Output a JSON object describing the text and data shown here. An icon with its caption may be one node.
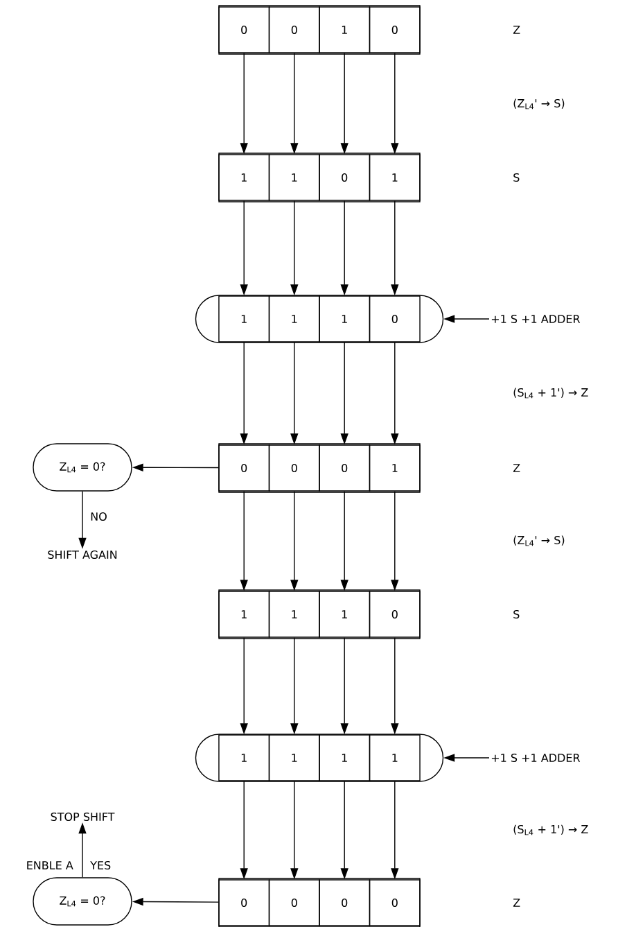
{
  "diagram": {
    "nodes": [
      {
        "text": [],
        "shape": "box"
      },
      {
        "text": [
          "0"
        ],
        "in": 0
      },
      {
        "text": [
          "0"
        ],
        "in": 0
      },
      {
        "text": [
          "1"
        ],
        "in": 0
      },
      {
        "text": [
          "0"
        ],
        "in": 0
      },
      {
        "text": [],
        "shape": "box"
      },
      {
        "text": [
          "1"
        ],
        "in": 5
      },
      {
        "text": [
          "1"
        ],
        "in": 5
      },
      {
        "text": [
          "0"
        ],
        "in": 5
      },
      {
        "text": [
          "1"
        ],
        "in": 5
      },
      {
        "text": [],
        "shape": "capsule"
      },
      {
        "text": [
          "1"
        ],
        "in": 10
      },
      {
        "text": [
          "1"
        ],
        "in": 10
      },
      {
        "text": [
          "1"
        ],
        "in": 10
      },
      {
        "text": [
          "0"
        ],
        "in": 10
      },
      {
        "text": [
          "+1 S +1 ADDER"
        ]
      },
      {
        "text": [
          "Z$_{L4}$ = 0?"
        ]
      },
      {
        "text": [],
        "shape": "box"
      },
      {
        "text": [
          "0"
        ],
        "in": 17
      },
      {
        "text": [
          "0"
        ],
        "in": 17
      },
      {
        "text": [
          "0"
        ],
        "in": 17
      },
      {
        "text": [
          "1"
        ],
        "in": 17
      },
      {
        "text": [
          "SHIFT AGAIN"
        ]
      },
      {
        "text": [],
        "shape": "box"
      },
      {
        "text": [
          "1"
        ],
        "in": 23
      },
      {
        "text": [
          "1"
        ],
        "in": 23
      },
      {
        "text": [
          "1"
        ],
        "in": 23
      },
      {
        "text": [
          "0"
        ],
        "in": 23
      },
      {
        "text": [],
        "shape": "capsule"
      },
      {
        "text": [
          "1"
        ],
        "in": 28
      },
      {
        "text": [
          "1"
        ],
        "in": 28
      },
      {
        "text": [
          "1"
        ],
        "in": 28
      },
      {
        "text": [
          "1"
        ],
        "in": 28
      },
      {
        "text": [
          "+1 S +1 ADDER"
        ]
      },
      {
        "text": [
          "STOP SHIFT"
        ]
      },
      {
        "text": [
          "Z$_{L4}$ = 0?"
        ]
      },
      {
        "text": [],
        "shape": "box"
      },
      {
        "text": [
          "0"
        ],
        "in": 36
      },
      {
        "text": [
          "0"
        ],
        "in": 36
      },
      {
        "text": [
          "0"
        ],
        "in": 36
      },
      {
        "text": [
          "0"
        ],
        "in": 36
      }
    ],
    "edges": [
      {
        "from": 1,
        "to": 6,
        "arrow": "to"
      },
      {
        "from": 2,
        "to": 7,
        "arrow": "to"
      },
      {
        "from": 3,
        "to": 8,
        "arrow": "to"
      },
      {
        "from": 4,
        "to": 9,
        "arrow": "to"
      },
      {
        "from": 6,
        "to": 11,
        "arrow": "to"
      },
      {
        "from": 7,
        "to": 12,
        "arrow": "to"
      },
      {
        "from": 8,
        "to": 13,
        "arrow": "to"
      },
      {
        "from": 9,
        "to": 14,
        "arrow": "to"
      },
      {
        "from": 11,
        "to": 18,
        "arrow": "to"
      },
      {
        "from": 12,
        "to": 19,
        "arrow": "to"
      },
      {
        "from": 13,
        "to": 20,
        "arrow": "to"
      },
      {
        "from": 14,
        "to": 21,
        "arrow": "to"
      },
      {
        "from": 18,
        "to": 24,
        "arrow": "to"
      },
      {
        "from": 19,
        "to": 25,
        "arrow": "to"
      },
      {
        "from": 20,
        "to": 26,
        "arrow": "to"
      },
      {
        "from": 21,
        "to": 27,
        "arrow": "to"
      },
      {
        "from": 24,
        "to": 29,
        "arrow": "to"
      },
      {
        "from": 25,
        "to": 30,
        "arrow": "to"
      },
      {
        "from": 26,
        "to": 31,
        "arrow": "to"
      },
      {
        "from": 27,
        "to": 32,
        "arrow": "to"
      },
      {
        "from": 29,
        "to": 37,
        "arrow": "to"
      },
      {
        "from": 30,
        "to": 38,
        "arrow": "to"
      },
      {
        "from": 31,
        "to": 39,
        "arrow": "to"
      },
      {
        "from": 32,
        "to": 40,
        "arrow": "to"
      },
      {
        "from": 15,
        "to": 10,
        "arrow": "to"
      },
      {
        "from": 17,
        "to": 16,
        "arrow": "to"
      },
      {
        "from": 16,
        "to": 22,
        "arrow": "to",
        "label": "NO"
      },
      {
        "from": 33,
        "to": 28,
        "arrow": "to"
      },
      {
        "from": 36,
        "to": 35,
        "arrow": "to"
      },
      {
        "from": 35,
        "to": 34,
        "arrow": "to",
        "label": "YES"
      }
    ],
    "labels": [
      "Z",
      "(Z$_{L4}$' → S)",
      "S",
      "(S$_{L4}$ + 1') → Z",
      "Z",
      "(Z$_{L4}$' → S)",
      "S",
      "(S$_{L4}$ + 1') → Z",
      "ENBLE A",
      "Z"
    ]
  }
}
